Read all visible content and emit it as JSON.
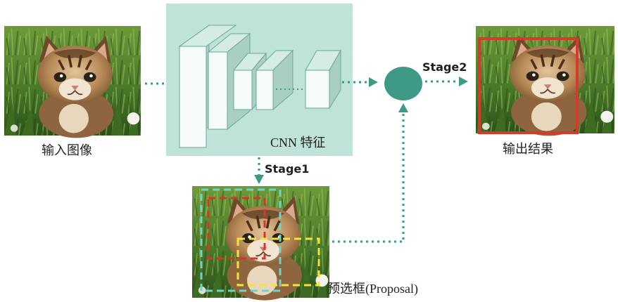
{
  "diagram": {
    "input_label": "输入图像",
    "cnn_label": "CNN 特征",
    "stage1_label": "Stage1",
    "stage2_label": "Stage2",
    "output_label": "输出结果",
    "proposal_label": "预选框(Proposal)"
  },
  "colors": {
    "teal": "#3e9a86",
    "cnn_panel": "#bfe3d8",
    "cube_face": "#f4fbf8",
    "cube_side": "#a9cfc4",
    "cube_edge": "#68a896",
    "detection_box": "#d63a2b",
    "proposal_teal": "#6fd3c9",
    "proposal_red": "#d8352a",
    "proposal_yellow": "#f2e43a",
    "grass_dark": "#2f5a1c",
    "grass_light": "#79a83c",
    "kitten_fur": "#b98a58",
    "kitten_dark": "#5b3b22"
  }
}
